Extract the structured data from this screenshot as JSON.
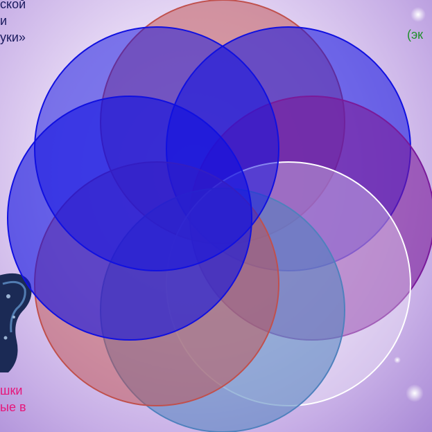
{
  "texts": {
    "top_left": "ской\nи\nуки»",
    "top_right": "(эк",
    "bottom_left": "шки\nые в"
  },
  "colors": {
    "text_dark": "#1a1a5e",
    "text_green": "#1f8f2a",
    "text_pink": "#e6167a",
    "circle_red": "#c0504d",
    "circle_blue": "#1010e0",
    "circle_purple": "#7a1a9a",
    "circle_white": "#ffffff",
    "circle_steel": "#4f81bd"
  }
}
